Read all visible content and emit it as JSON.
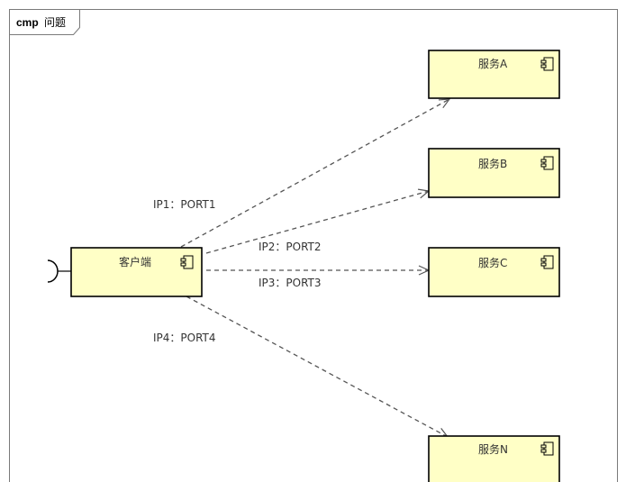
{
  "frame": {
    "keyword": "cmp",
    "name": "问题"
  },
  "colors": {
    "component_fill": "#FFFFC6",
    "stroke": "#000000",
    "connector": "#555555",
    "text": "#333333"
  },
  "components": {
    "client": {
      "name": "客户端",
      "icon": "component-icon"
    },
    "service_a": {
      "name": "服务A",
      "icon": "component-icon"
    },
    "service_b": {
      "name": "服务B",
      "icon": "component-icon"
    },
    "service_c": {
      "name": "服务C",
      "icon": "component-icon"
    },
    "service_n": {
      "name": "服务N",
      "icon": "component-icon"
    }
  },
  "connections": [
    {
      "from": "客户端",
      "to": "服务A",
      "label": "IP1：PORT1"
    },
    {
      "from": "客户端",
      "to": "服务B",
      "label": "IP2：PORT2"
    },
    {
      "from": "客户端",
      "to": "服务C",
      "label": "IP3：PORT3"
    },
    {
      "from": "客户端",
      "to": "服务N",
      "label": "IP4：PORT4"
    }
  ]
}
